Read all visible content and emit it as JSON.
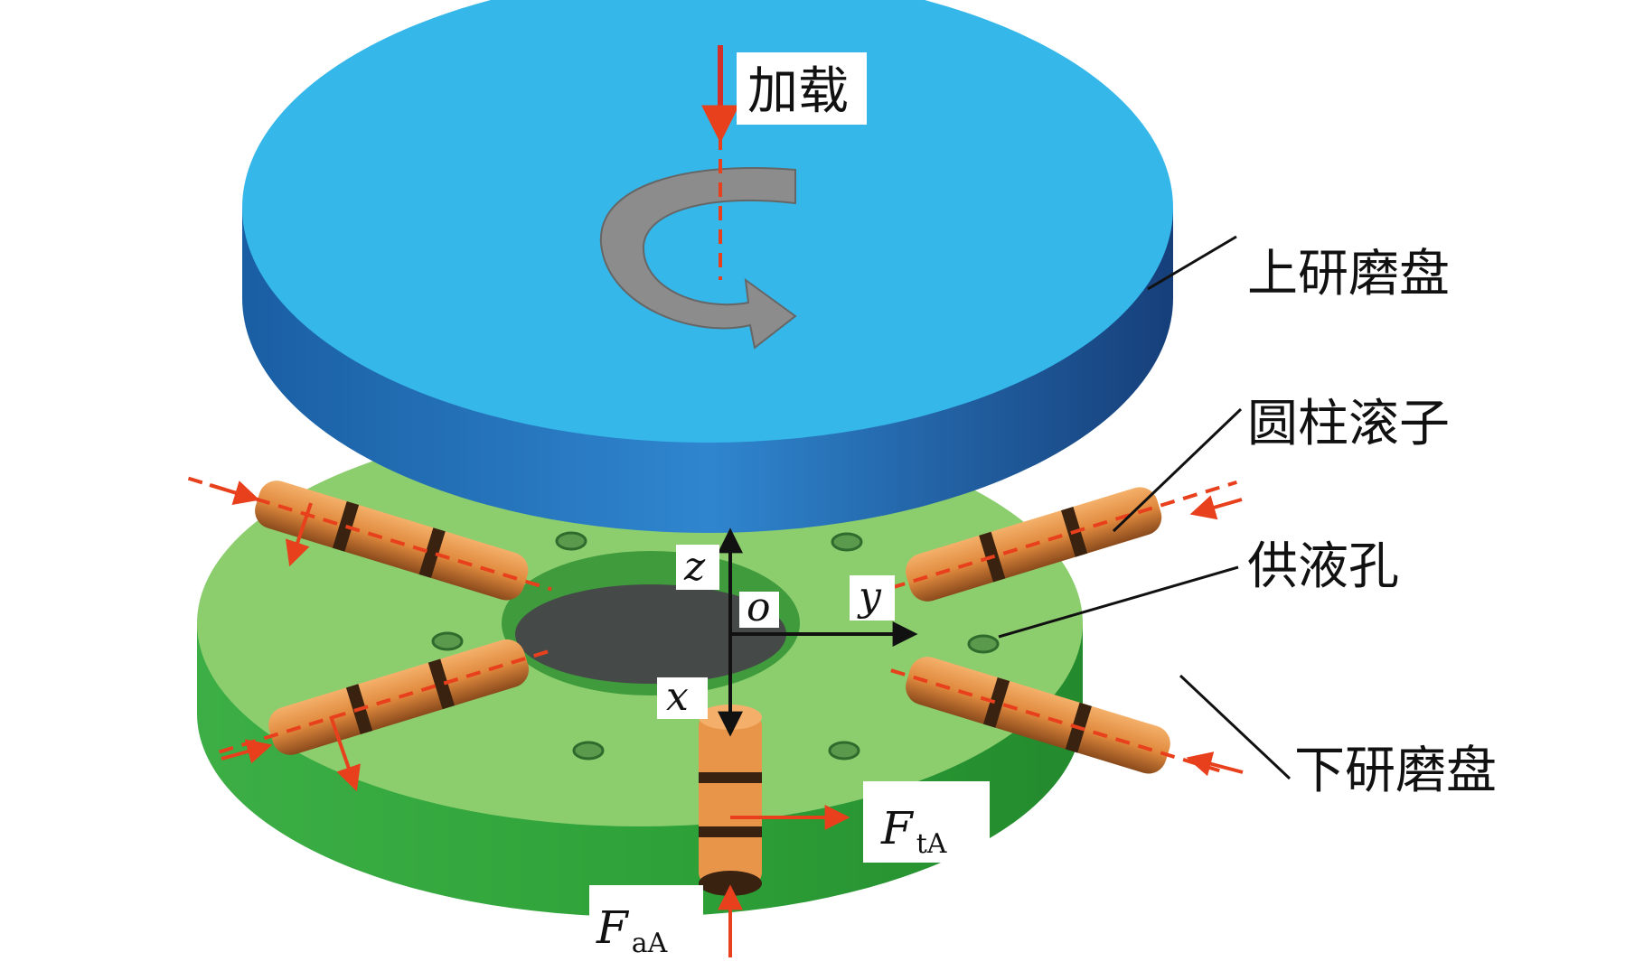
{
  "labels": {
    "load": "加载",
    "upper_disc": "上研磨盘",
    "rollers": "圆柱滚子",
    "supply_hole": "供液孔",
    "lower_disc": "下研磨盘"
  },
  "axes": {
    "z": "z",
    "o": "o",
    "y": "y",
    "x": "x"
  },
  "forces": {
    "tangential": {
      "main": "F",
      "sub": "tA"
    },
    "axial": {
      "main": "F",
      "sub": "aA"
    }
  },
  "colors": {
    "upper_disc_top": "#35b7ea",
    "upper_disc_side": "#1c6bb8",
    "lower_disc_top": "#8ccd6e",
    "lower_disc_side": "#2fa339",
    "roller": "#e8954a",
    "roller_band": "#3a2210",
    "force_arrow": "#e8401c",
    "center_hole": "#454a48",
    "rotation_arrow": "#8c8c8c"
  }
}
